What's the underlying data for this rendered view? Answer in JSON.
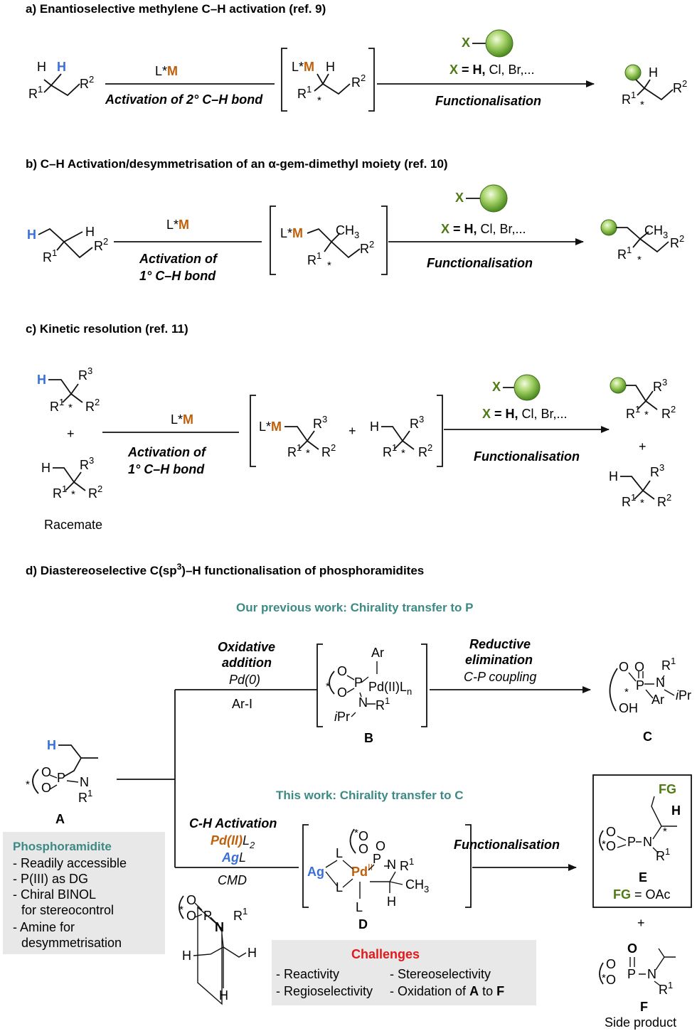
{
  "colors": {
    "accent_orange": "#c0600a",
    "accent_blue": "#3a6fd8",
    "accent_green": "#4f7a14",
    "teal": "#3d8a84",
    "red": "#e0191b",
    "box_gray": "#e8e8e8"
  },
  "a": {
    "title": "a) Enantioselective methylene C–H activation (ref. 9)",
    "cat": "L*M",
    "cond": "Activation of 2° C–H bond",
    "xeq": "X = H, Cl, Br,...",
    "func": "Functionalisation"
  },
  "b": {
    "title": "b) C–H Activation/desymmetrisation of an α-gem-dimethyl moiety (ref. 10)",
    "cat": "L*M",
    "cond1": "Activation of",
    "cond2": "1° C–H bond",
    "xeq": "X = H, Cl, Br,...",
    "func": "Functionalisation"
  },
  "c": {
    "title": "c) Kinetic resolution (ref. 11)",
    "cat": "L*M",
    "cond1": "Activation of",
    "cond2": "1° C–H bond",
    "xeq": "X = H, Cl, Br,...",
    "func": "Functionalisation",
    "racemate": "Racemate",
    "plus": "+"
  },
  "d": {
    "title": "d) Diastereoselective C(sp3)–H functionalisation of phosphoramidites",
    "prev": "Our previous work: Chirality transfer to P",
    "this": "This work: Chirality transfer to C",
    "ox1": "Oxidative",
    "ox2": "addition",
    "pd0": "Pd(0)",
    "ari": "Ar-I",
    "red1": "Reductive",
    "red2": "elimination",
    "cp": "C-P coupling",
    "ch": "C-H Activation",
    "pd2": "Pd(II)L2",
    "agl": "AgL",
    "cmd": "CMD",
    "func": "Functionalisation",
    "cmpd_A": "A",
    "cmpd_B": "B",
    "cmpd_C": "C",
    "cmpd_D": "D",
    "cmpd_E": "E",
    "cmpd_F": "F",
    "fg_eq": "FG = OAc",
    "side": "Side product",
    "plus": "+",
    "phos_box": {
      "title": "Phosphoramidite",
      "items": [
        "- Readily accessible",
        "- P(III) as DG",
        "- Chiral BINOL",
        "for stereocontrol",
        "- Amine for",
        "desymmetrisation"
      ]
    },
    "challenges": {
      "title": "Challenges",
      "left": [
        "- Reactivity",
        "- Regioselectivity"
      ],
      "right": [
        "- Stereoselectivity",
        "- Oxidation of A to F"
      ]
    }
  }
}
